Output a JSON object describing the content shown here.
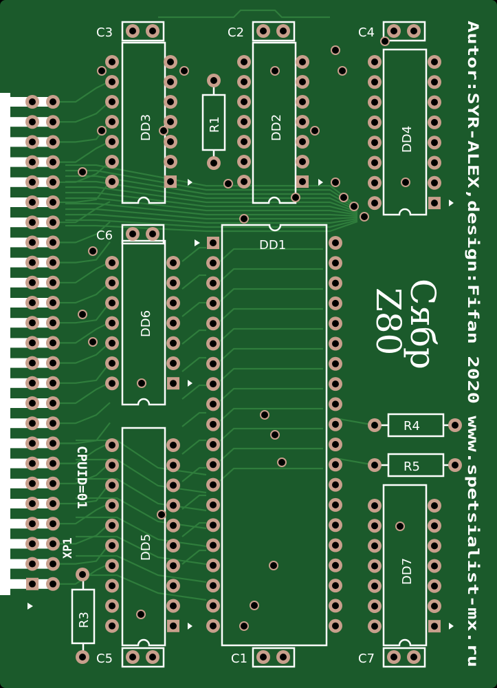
{
  "colors": {
    "board": "#1b5a2b",
    "trace": "#2f7d3c",
    "pad": "#c89f8c",
    "hole": "#000000",
    "silk": "#ffffff"
  },
  "labels": {
    "C1": "C1",
    "C2": "C2",
    "C3": "C3",
    "C4": "C4",
    "C5": "C5",
    "C6": "C6",
    "C7": "C7",
    "DD1": "DD1",
    "DD2": "DD2",
    "DD3": "DD3",
    "DD4": "DD4",
    "DD5": "DD5",
    "DD6": "DD6",
    "DD7": "DD7",
    "R1": "R1",
    "R3": "R3",
    "R4": "R4",
    "R5": "R5",
    "XP1": "XP1"
  },
  "author_text": "Autor:SYR-ALEX,design:Fifan  2020 www.spetsialist-mx.ru",
  "cpuid_text": "CPUID=01",
  "title_line1": "Сябр",
  "title_line2": "Z80"
}
